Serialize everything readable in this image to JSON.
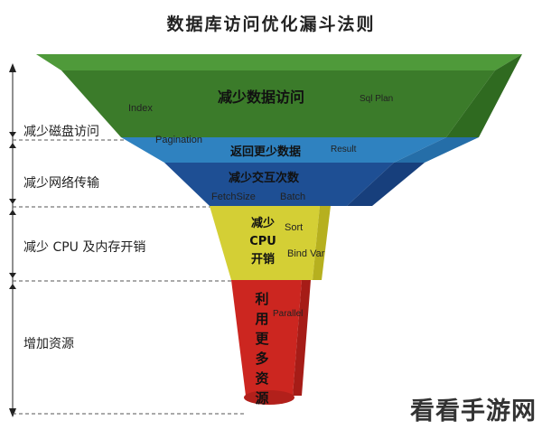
{
  "title": "数据库访问优化漏斗法则",
  "side_labels": [
    "减少磁盘访问",
    "减少网络传输",
    "减少 CPU 及内存开销",
    "增加资源"
  ],
  "stages": [
    {
      "title": "减少数据访问",
      "tags": [
        "Index",
        "Sql Plan"
      ],
      "color": "#3b7b2a"
    },
    {
      "title": "返回更少数据",
      "tags": [
        "Pagination",
        "Result"
      ],
      "color": "#2f82c0"
    },
    {
      "title": "减少交互次数",
      "tags": [
        "FetchSize",
        "Batch"
      ],
      "color": "#1e4f94"
    },
    {
      "title_lines": [
        "减少",
        "CPU",
        "开销"
      ],
      "tags": [
        "Sort",
        "Bind Var"
      ],
      "color": "#cbc62c"
    },
    {
      "title": "利用更多资源",
      "tags": [
        "Parallel"
      ],
      "color": "#c8241f"
    }
  ],
  "watermark": "看看手游网"
}
